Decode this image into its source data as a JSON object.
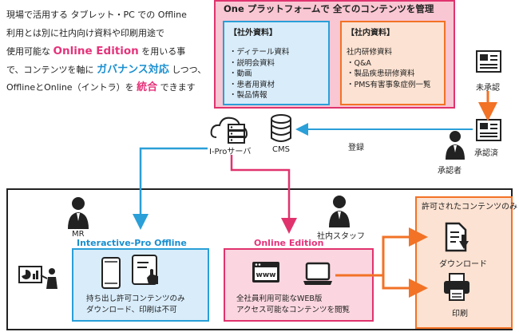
{
  "intro": {
    "line1": "現場で活用する タブレット・PC での Offline",
    "line2": "利用とは別に社内向け資料や印刷用途で",
    "line3_pre": "使用可能な ",
    "line3_em": "Online Edition",
    "line3_post": " を用いる事",
    "line4_pre": "で、コンテンツを軸に ",
    "line4_em": "ガバナンス対応",
    "line4_post": " しつつ、",
    "line5_pre": "OfflineとOnline（イントラ）を ",
    "line5_em": "統合",
    "line5_post": " できます"
  },
  "platform": {
    "title": "One プラットフォームで 全てのコンテンツを管理",
    "external": {
      "heading": "【社外資料】",
      "items": [
        "・ディテール資料",
        "・説明会資料",
        "・動画",
        "・患者用資材",
        "・製品情報"
      ]
    },
    "internal": {
      "heading": "【社内資料】",
      "items": [
        "社内研修資料",
        "・Q&A",
        "・製品疾患研修資料",
        "・PMS有害事象症例一覧"
      ]
    }
  },
  "flow": {
    "unapproved": "未承認",
    "approved": "承認済",
    "approver": "承認者",
    "register": "登録",
    "server": "I-Proサーバ",
    "cms": "CMS"
  },
  "bottom": {
    "mr": "MR",
    "staff": "社内スタッフ",
    "ip_title": "Interactive-Pro Offline",
    "ip_desc1": "持ち出し許可コンテンツのみ",
    "ip_desc2": "ダウンロード、印刷は不可",
    "ol_title": "Online Edition",
    "ol_desc1": "全社員利用可能なWEB版",
    "ol_desc2": "アクセス可能なコンテンツを閲覧",
    "perm_title": "許可されたコンテンツのみ",
    "download": "ダウンロード",
    "print": "印刷",
    "www": "www"
  },
  "colors": {
    "pink": "#e0336e",
    "blue": "#2a9fd8",
    "orange": "#f27226"
  }
}
